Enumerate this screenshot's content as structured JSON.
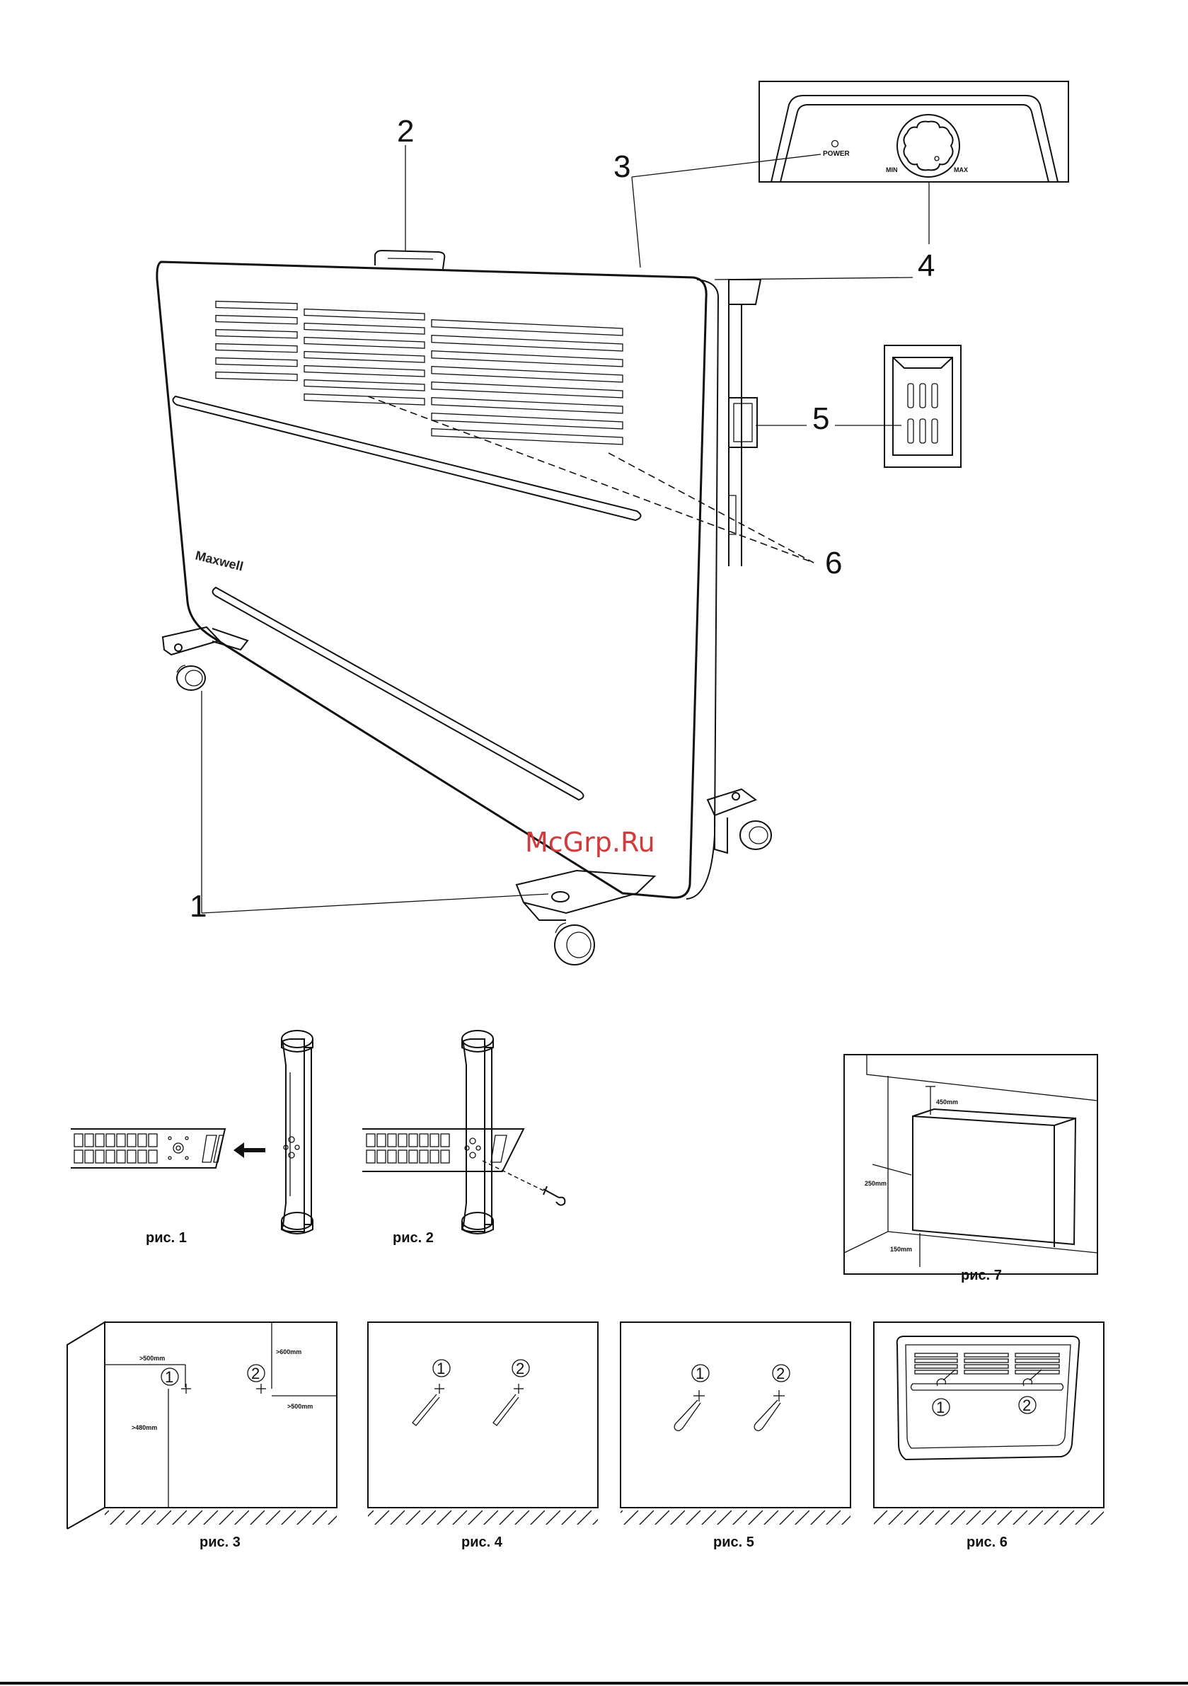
{
  "callouts": [
    "1",
    "2",
    "3",
    "4",
    "5",
    "6"
  ],
  "control_panel": {
    "power_label": "POWER",
    "min_label": "MIN",
    "max_label": "MAX"
  },
  "brand": "Maxwell",
  "watermark": "McGrp.Ru",
  "figures": {
    "fig1": {
      "caption": "рис. 1"
    },
    "fig2": {
      "caption": "рис. 2"
    },
    "fig3": {
      "caption": "рис. 3",
      "dims": [
        ">500mm",
        ">600mm",
        ">500mm",
        ">480mm"
      ],
      "points": [
        "1",
        "2"
      ]
    },
    "fig4": {
      "caption": "рис. 4",
      "points": [
        "1",
        "2"
      ]
    },
    "fig5": {
      "caption": "рис. 5",
      "points": [
        "1",
        "2"
      ]
    },
    "fig6": {
      "caption": "рис. 6",
      "points": [
        "1",
        "2"
      ]
    },
    "fig7": {
      "caption": "рис. 7",
      "dims": [
        "450mm",
        "250mm",
        "150mm"
      ]
    }
  }
}
